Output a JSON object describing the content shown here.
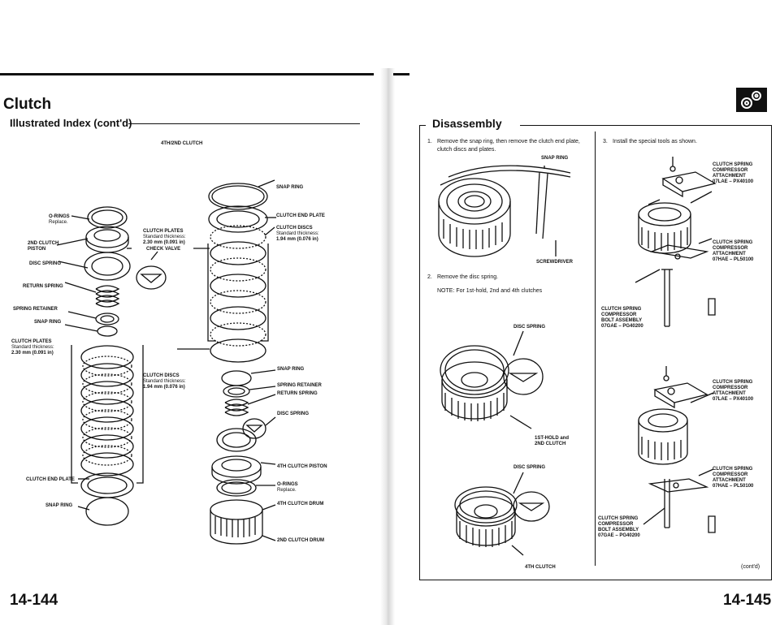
{
  "left": {
    "section_title": "Clutch",
    "subtitle": "Illustrated Index (cont'd)",
    "diagram_title": "4TH/2ND CLUTCH",
    "labels": {
      "o_rings": "O-RINGS",
      "o_rings_note": "Replace.",
      "second_clutch_piston_1": "2ND CLUTCH",
      "second_clutch_piston_2": "PISTON",
      "disc_spring": "DISC SPRING",
      "return_spring": "RETURN SPRING",
      "spring_retainer": "SPRING RETAINER",
      "snap_ring": "SNAP RING",
      "clutch_plates": "CLUTCH PLATES",
      "clutch_plates_std": "Standard thickness:",
      "clutch_plates_val": "2.30 mm (0.091 in)",
      "clutch_end_plate": "CLUTCH END PLATE",
      "snap_ring_bottom": "SNAP RING",
      "mid_clutch_plates": "CLUTCH PLATES",
      "mid_clutch_plates_std": "Standard thickness:",
      "mid_clutch_plates_val": "2.30 mm (0.091 in)",
      "check_valve": "CHECK VALVE",
      "mid_clutch_discs": "CLUTCH DISCS",
      "mid_clutch_discs_std": "Standard thickness:",
      "mid_clutch_discs_val": "1.94 mm (0.076 in)",
      "r_snap_ring_top": "SNAP RING",
      "r_clutch_end_plate": "CLUTCH END PLATE",
      "r_clutch_discs": "CLUTCH DISCS",
      "r_clutch_discs_std": "Standard thickness:",
      "r_clutch_discs_val": "1.94 mm (0.076 in)",
      "r_snap_ring": "SNAP RING",
      "r_spring_retainer": "SPRING RETAINER",
      "r_return_spring": "RETURN SPRING",
      "r_disc_spring": "DISC SPRING",
      "r_4th_piston": "4TH CLUTCH PISTON",
      "r_o_rings": "O-RINGS",
      "r_o_rings_note": "Replace.",
      "r_4th_drum": "4TH CLUTCH DRUM",
      "r_2nd_drum": "2ND CLUTCH DRUM"
    },
    "page_number": "14-144"
  },
  "right": {
    "section_title": "Disassembly",
    "step1": "Remove the snap ring, then remove the clutch end plate, clutch discs and plates.",
    "step1_num": "1.",
    "snap_ring_label": "SNAP RING",
    "screwdriver_label": "SCREWDRIVER",
    "step2_num": "2.",
    "step2": "Remove the disc spring.",
    "note": "NOTE:  For 1st-hold, 2nd and 4th clutches",
    "disc_spring_1": "DISC SPRING",
    "first_hold_1": "1ST-HOLD and",
    "first_hold_2": "2ND CLUTCH",
    "disc_spring_2": "DISC SPRING",
    "fourth_clutch": "4TH CLUTCH",
    "step3_num": "3.",
    "step3": "Install the special tools as shown.",
    "tools_top": {
      "att1": [
        "CLUTCH SPRING",
        "COMPRESSOR",
        "ATTACHMENT",
        "07LAE – PX40100"
      ],
      "att2": [
        "CLUTCH SPRING",
        "COMPRESSOR",
        "ATTACHMENT",
        "07HAE – PL50100"
      ],
      "bolt": [
        "CLUTCH SPRING",
        "COMPRESSOR",
        "BOLT ASSEMBLY",
        "07GAE – PG40200"
      ]
    },
    "tools_bottom": {
      "att1": [
        "CLUTCH SPRING",
        "COMPRESSOR",
        "ATTACHMENT",
        "07LAE – PX40100"
      ],
      "att2": [
        "CLUTCH SPRING",
        "COMPRESSOR",
        "ATTACHMENT",
        "07HAE – PL50100"
      ],
      "bolt": [
        "CLUTCH SPRING",
        "COMPRESSOR",
        "BOLT ASSEMBLY",
        "07GAE – PG40200"
      ]
    },
    "cont": "(cont'd)",
    "page_number": "14-145"
  }
}
